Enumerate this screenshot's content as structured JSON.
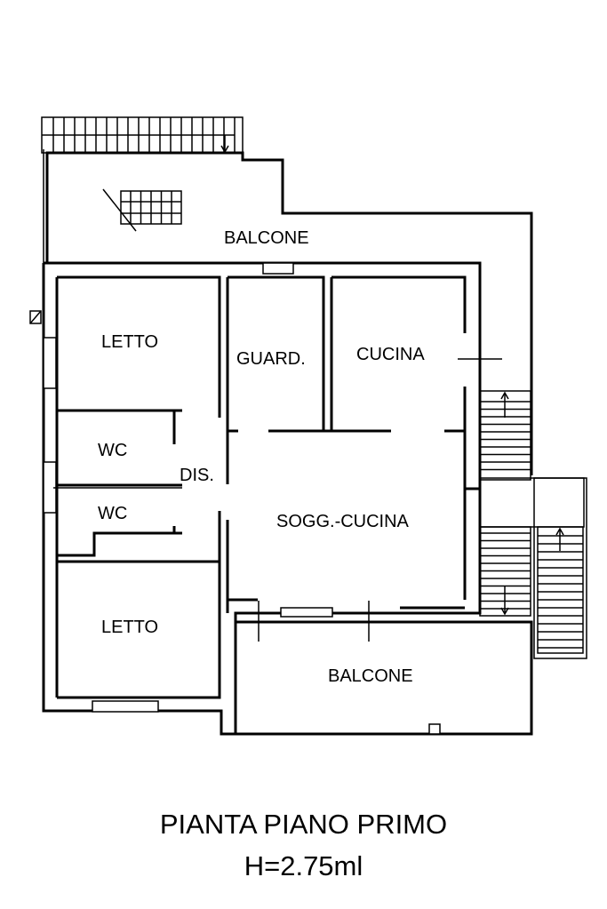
{
  "rooms": {
    "balcone_top": "BALCONE",
    "letto_top": "LETTO",
    "guard": "GUARD.",
    "cucina": "CUCINA",
    "wc_top": "WC",
    "dis": "DIS.",
    "wc_bottom": "WC",
    "sogg_cucina": "SOGG.-CUCINA",
    "letto_bottom": "LETTO",
    "balcone_bottom": "BALCONE"
  },
  "title": {
    "line1": "PIANTA PIANO PRIMO",
    "line2": "H=2.75ml"
  }
}
